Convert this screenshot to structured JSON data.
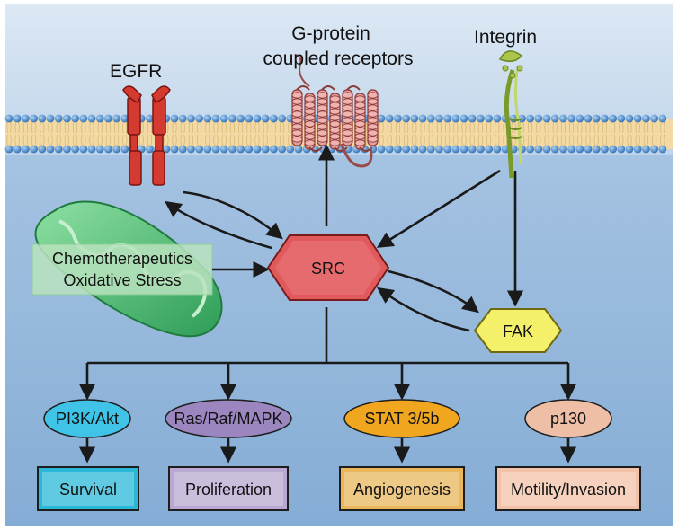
{
  "receptors": {
    "egfr": "EGFR",
    "gpcr_line1": "G-protein",
    "gpcr_line2": "coupled receptors",
    "integrin": "Integrin"
  },
  "mitochondrion": {
    "line1": "Chemotherapeutics",
    "line2": "Oxidative Stress"
  },
  "hub": {
    "src": "SRC",
    "fak": "FAK"
  },
  "pathways": [
    {
      "mediator": "PI3K/Akt",
      "outcome": "Survival",
      "mediator_color": "#3fc3e6",
      "outcome_color": "#2bb8d8"
    },
    {
      "mediator": "Ras/Raf/MAPK",
      "outcome": "Proliferation",
      "mediator_color": "#9b86bf",
      "outcome_color": "#b8a8d2"
    },
    {
      "mediator": "STAT 3/5b",
      "outcome": "Angiogenesis",
      "mediator_color": "#f0a61e",
      "outcome_color": "#e9b65c"
    },
    {
      "mediator": "p130",
      "outcome": "Motility/Invasion",
      "mediator_color": "#eebfa6",
      "outcome_color": "#f2c2a8"
    }
  ],
  "colors": {
    "background_top": "#d9e6f3",
    "background_bottom": "#7fa9d3",
    "membrane_head": "#3f83c8",
    "membrane_tail": "#f3d7a0",
    "src_fill": "#e0595c",
    "fak_fill": "#f4f06a",
    "receptor_red": "#d9332e",
    "gpcr_pink": "#e8a3a0",
    "integrin_green": "#a7c24a",
    "mitochondrion_green": "#5cc27a"
  }
}
